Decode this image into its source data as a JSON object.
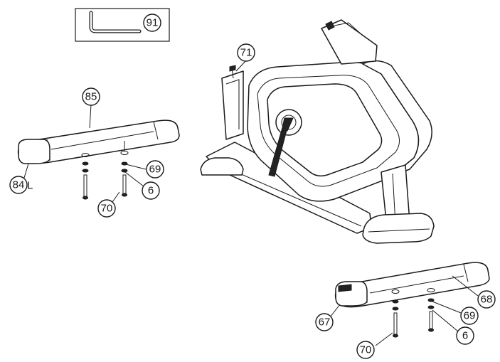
{
  "callouts": {
    "p91": "91",
    "p85": "85",
    "p69_left": "69",
    "p84": "84",
    "p84_suffix": "L",
    "p6_left": "6",
    "p70_left": "70",
    "p71": "71",
    "p68": "68",
    "p67": "67",
    "p69_right": "69",
    "p6_right": "6",
    "p70_right": "70"
  }
}
